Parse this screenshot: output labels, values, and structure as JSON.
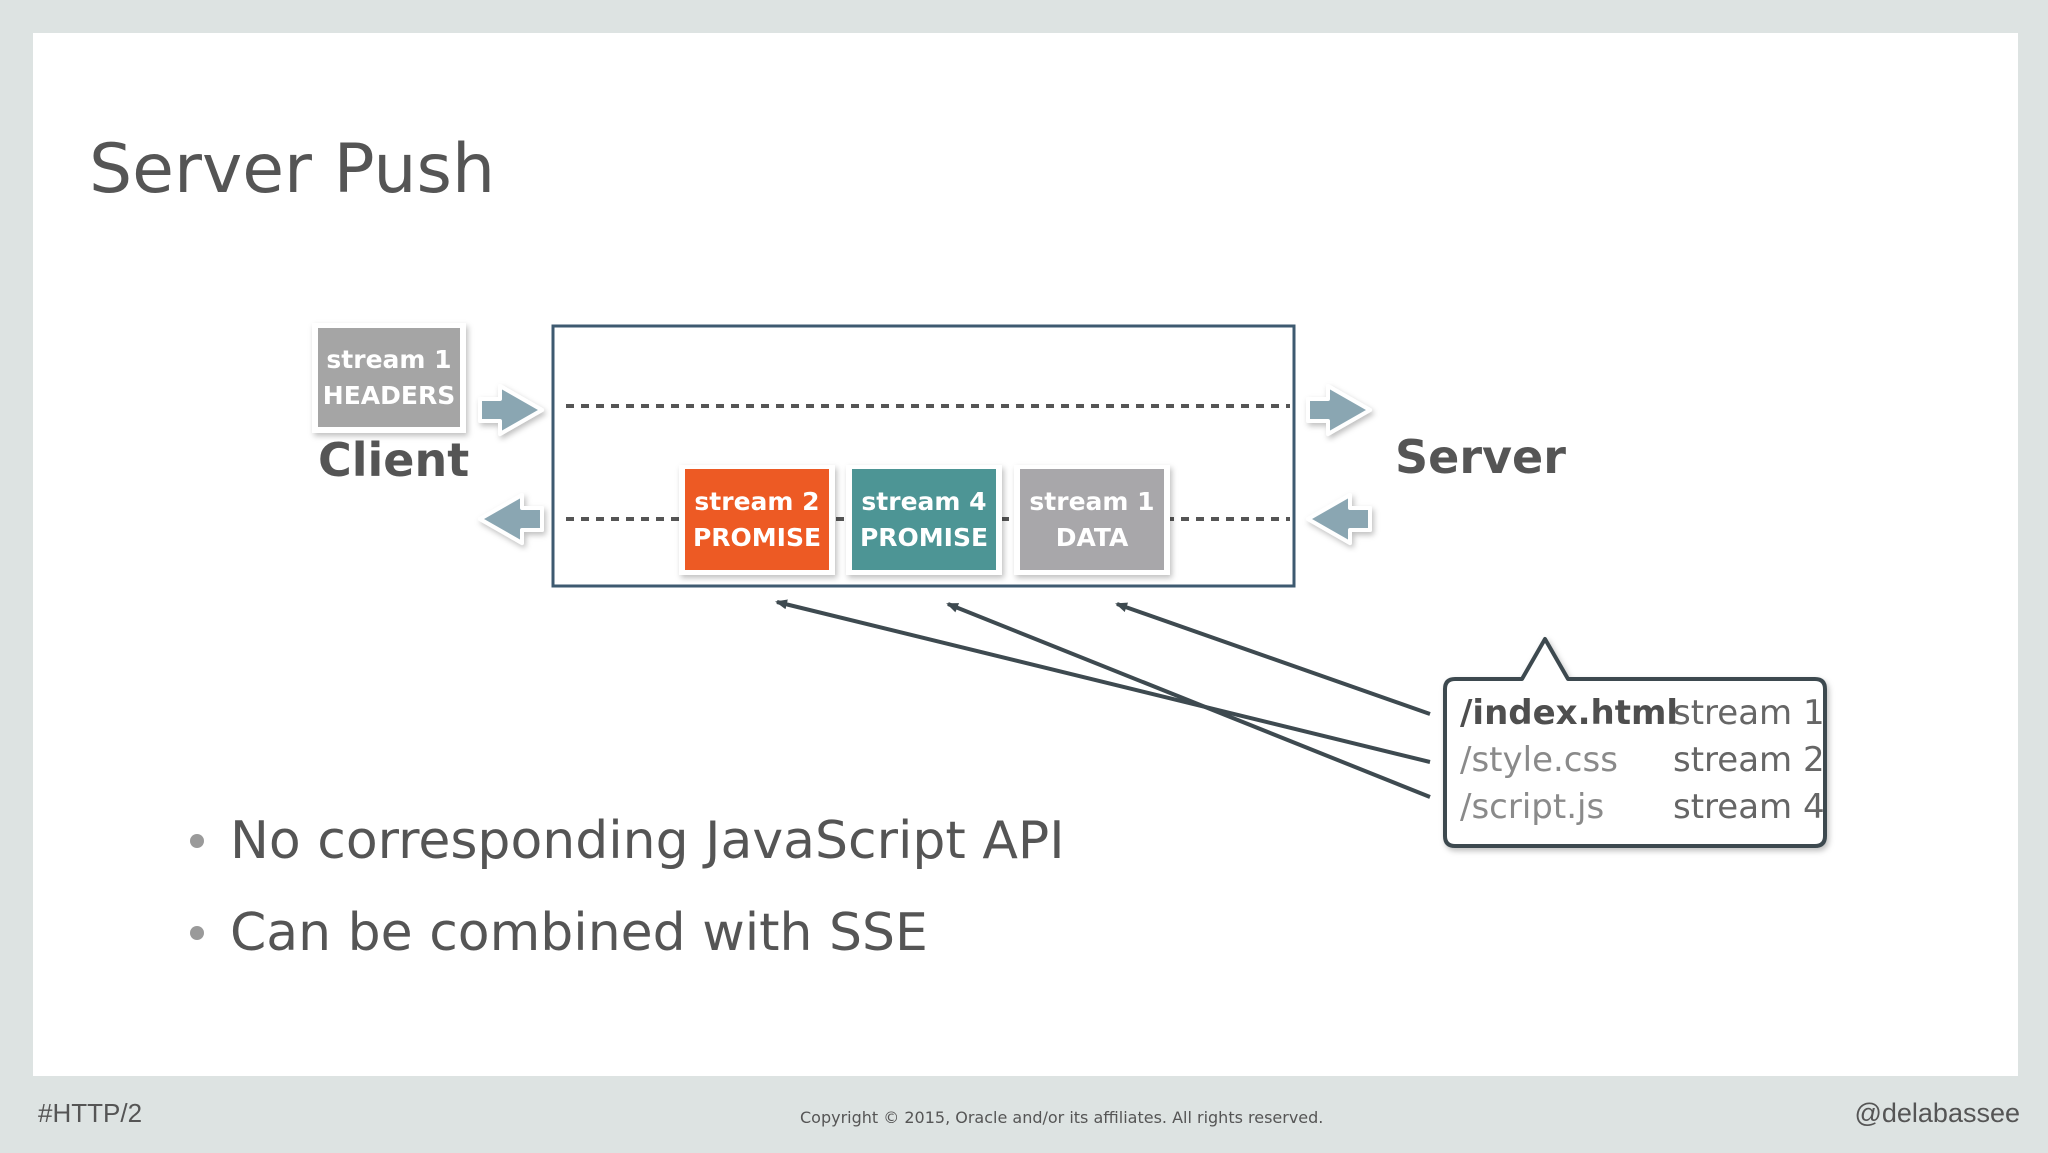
{
  "title": "Server Push",
  "client_label": "Client",
  "server_label": "Server",
  "frames": {
    "headers": {
      "line1": "stream 1",
      "line2": "HEADERS",
      "color": "#a5a5a5"
    },
    "promise2": {
      "line1": "stream 2",
      "line2": "PROMISE",
      "color": "#ed5a24"
    },
    "promise4": {
      "line1": "stream 4",
      "line2": "PROMISE",
      "color": "#4d9595"
    },
    "data1": {
      "line1": "stream 1",
      "line2": "DATA",
      "color": "#a8a7aa"
    }
  },
  "callout": {
    "rows": [
      {
        "path": "/index.html",
        "stream": "stream 1"
      },
      {
        "path": "/style.css",
        "stream": "stream 2"
      },
      {
        "path": "/script.js",
        "stream": "stream 4"
      }
    ]
  },
  "bullets": [
    "No corresponding JavaScript API",
    "Can be combined with SSE"
  ],
  "footer": {
    "hashtag": "#HTTP/2",
    "copyright": "Copyright © 2015, Oracle and/or its affiliates. All rights reserved.",
    "handle": "@delabassee"
  },
  "colors": {
    "connection_border": "#3e5a70",
    "arrow_fill": "#8aa6b2",
    "line": "#3e4a50"
  }
}
